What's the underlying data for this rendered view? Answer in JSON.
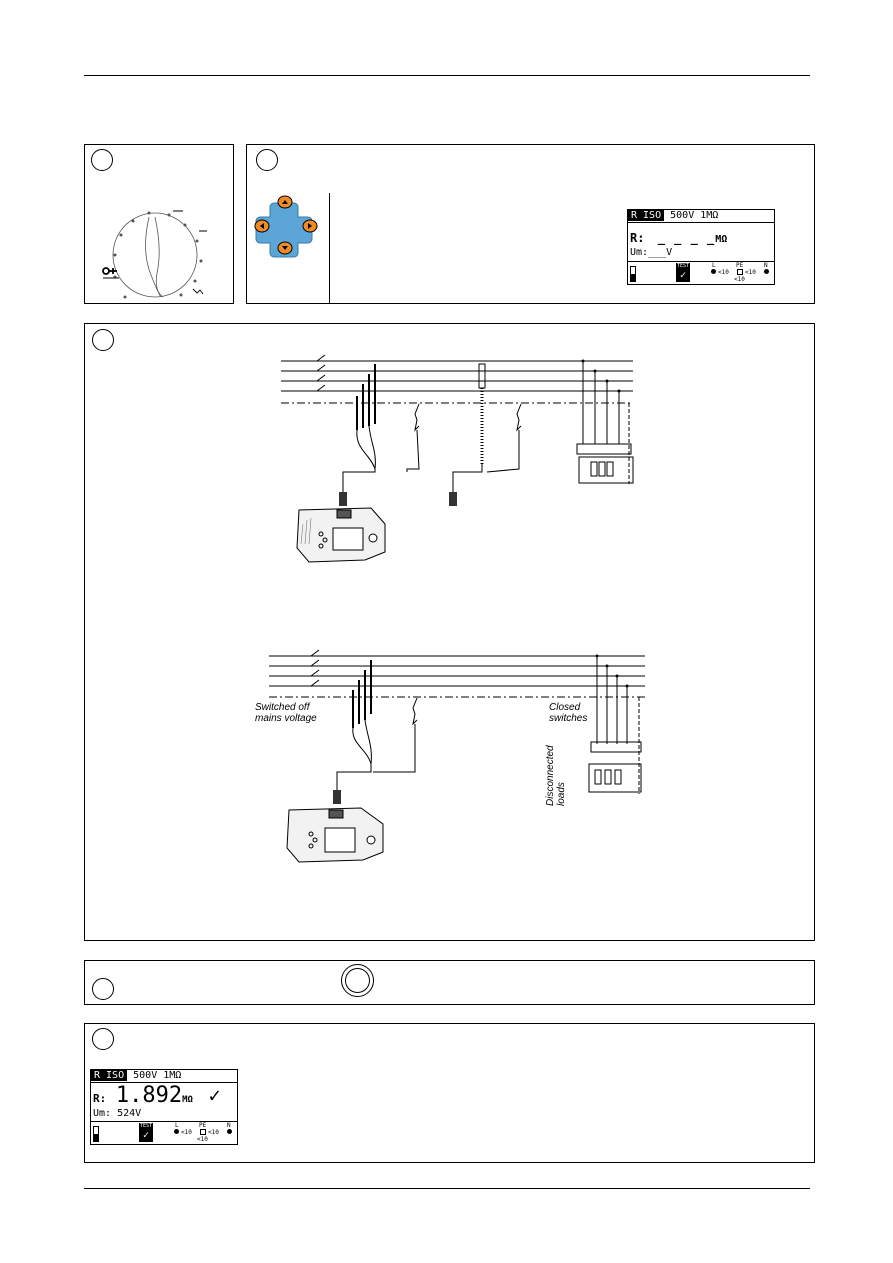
{
  "screen_top": {
    "function": "R ISO",
    "params": "500V 1MΩ",
    "r_label": "R:",
    "r_value": "_ _ _ _",
    "r_unit": "MΩ",
    "um_label": "Um:",
    "um_value": "___V",
    "test_label": "TEST",
    "l_label": "L",
    "pe_label": "PE",
    "n_label": "N",
    "lt10": "<10"
  },
  "diagram_2": {
    "switched_off_label": "Switched off mains voltage",
    "closed_switches_label": "Closed switches",
    "disconnected_loads_label": "Disconnected loads"
  },
  "screen_result": {
    "function": "R ISO",
    "params": "500V 1MΩ",
    "r_label": "R:",
    "r_value": "1.892",
    "r_unit": "MΩ",
    "um_label": "Um:",
    "um_value": "524V",
    "test_label": "TEST",
    "l_label": "L",
    "pe_label": "PE",
    "n_label": "N",
    "lt10": "<10"
  }
}
